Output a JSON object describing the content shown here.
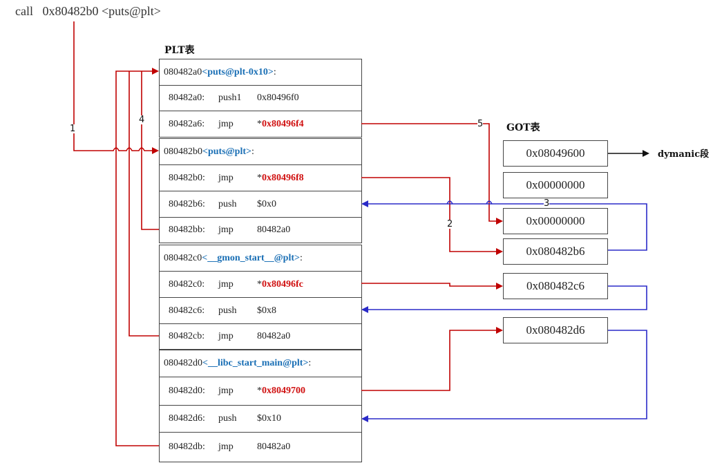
{
  "call_line": {
    "mnemonic": "call",
    "operand": "0x80482b0 <puts@plt>"
  },
  "plt": {
    "title": "PLT表",
    "entries": [
      {
        "address": "080482a0",
        "symbol": "<puts@plt-0x10>",
        "suffix": ":",
        "instructions": [
          {
            "addr": "80482a0:",
            "op": "push1",
            "arg_prefix": "",
            "arg": "0x80496f0",
            "arg_type": "plain"
          },
          {
            "addr": "80482a6:",
            "op": "jmp",
            "arg_prefix": "*",
            "arg": "0x80496f4",
            "arg_type": "got"
          }
        ]
      },
      {
        "address": "080482b0",
        "symbol": "<puts@plt>",
        "suffix": ":",
        "instructions": [
          {
            "addr": "80482b0:",
            "op": "jmp",
            "arg_prefix": "*",
            "arg": "0x80496f8",
            "arg_type": "got"
          },
          {
            "addr": "80482b6:",
            "op": "push",
            "arg_prefix": "",
            "arg": "$0x0",
            "arg_type": "plain"
          },
          {
            "addr": "80482bb:",
            "op": "jmp",
            "arg_prefix": "",
            "arg": "80482a0",
            "arg_type": "plain"
          }
        ]
      },
      {
        "address": "080482c0",
        "symbol": "<__gmon_start__@plt>",
        "suffix": ":",
        "instructions": [
          {
            "addr": "80482c0:",
            "op": "jmp",
            "arg_prefix": "*",
            "arg": "0x80496fc",
            "arg_type": "got"
          },
          {
            "addr": "80482c6:",
            "op": "push",
            "arg_prefix": "",
            "arg": "$0x8",
            "arg_type": "plain"
          },
          {
            "addr": "80482cb:",
            "op": "jmp",
            "arg_prefix": "",
            "arg": "80482a0",
            "arg_type": "plain"
          }
        ]
      },
      {
        "address": "080482d0",
        "symbol": "<__libc_start_main@plt>",
        "suffix": ":",
        "instructions": [
          {
            "addr": "80482d0:",
            "op": "jmp",
            "arg_prefix": "*",
            "arg": "0x8049700",
            "arg_type": "got"
          },
          {
            "addr": "80482d6:",
            "op": "push",
            "arg_prefix": "",
            "arg": "$0x10",
            "arg_type": "plain"
          },
          {
            "addr": "80482db:",
            "op": "jmp",
            "arg_prefix": "",
            "arg": "80482a0",
            "arg_type": "plain"
          }
        ]
      }
    ]
  },
  "got": {
    "title": "GOT表",
    "entries": [
      "0x08049600",
      "0x00000000",
      "0x00000000",
      "0x080482b6",
      "0x080482c6",
      "0x080482d6"
    ],
    "dynamic_label": "dymanic段"
  },
  "step_labels": [
    "1",
    "2",
    "3",
    "4",
    "5"
  ],
  "colors": {
    "call_flow": "#c00000",
    "return_flow": "#2a2ac8",
    "symbol": "#1a6fb5",
    "got_ref": "#d01010"
  }
}
